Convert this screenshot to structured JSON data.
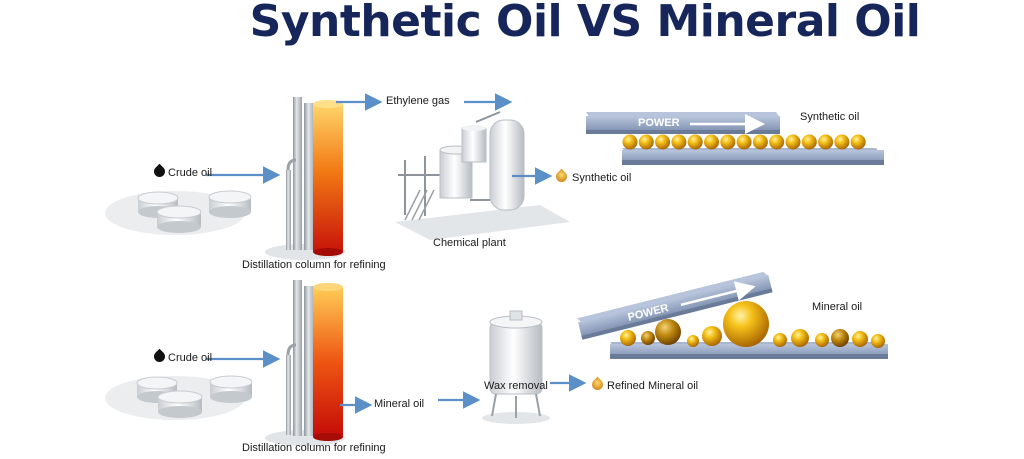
{
  "title": "Synthetic Oil VS Mineral Oil",
  "top_process": {
    "input_label": "Crude oil",
    "column_label": "Distillation column for refining",
    "gas_label": "Ethylene gas",
    "plant_label": "Chemical plant",
    "output_label": "Synthetic oil",
    "power_label": "POWER",
    "layer_label": "Synthetic oil"
  },
  "bottom_process": {
    "input_label": "Crude oil",
    "column_label": "Distillation column for refining",
    "mid_label": "Mineral oil",
    "tank_label": "Wax removal",
    "output_label": "Refined Mineral oil",
    "power_label": "POWER",
    "layer_label": "Mineral oil"
  },
  "colors": {
    "title": "#16265a",
    "arrow": "#5b8fc7",
    "plate": "#8e9fbd",
    "oil_gold": "#f0b000",
    "column_hot": "#d01808"
  }
}
